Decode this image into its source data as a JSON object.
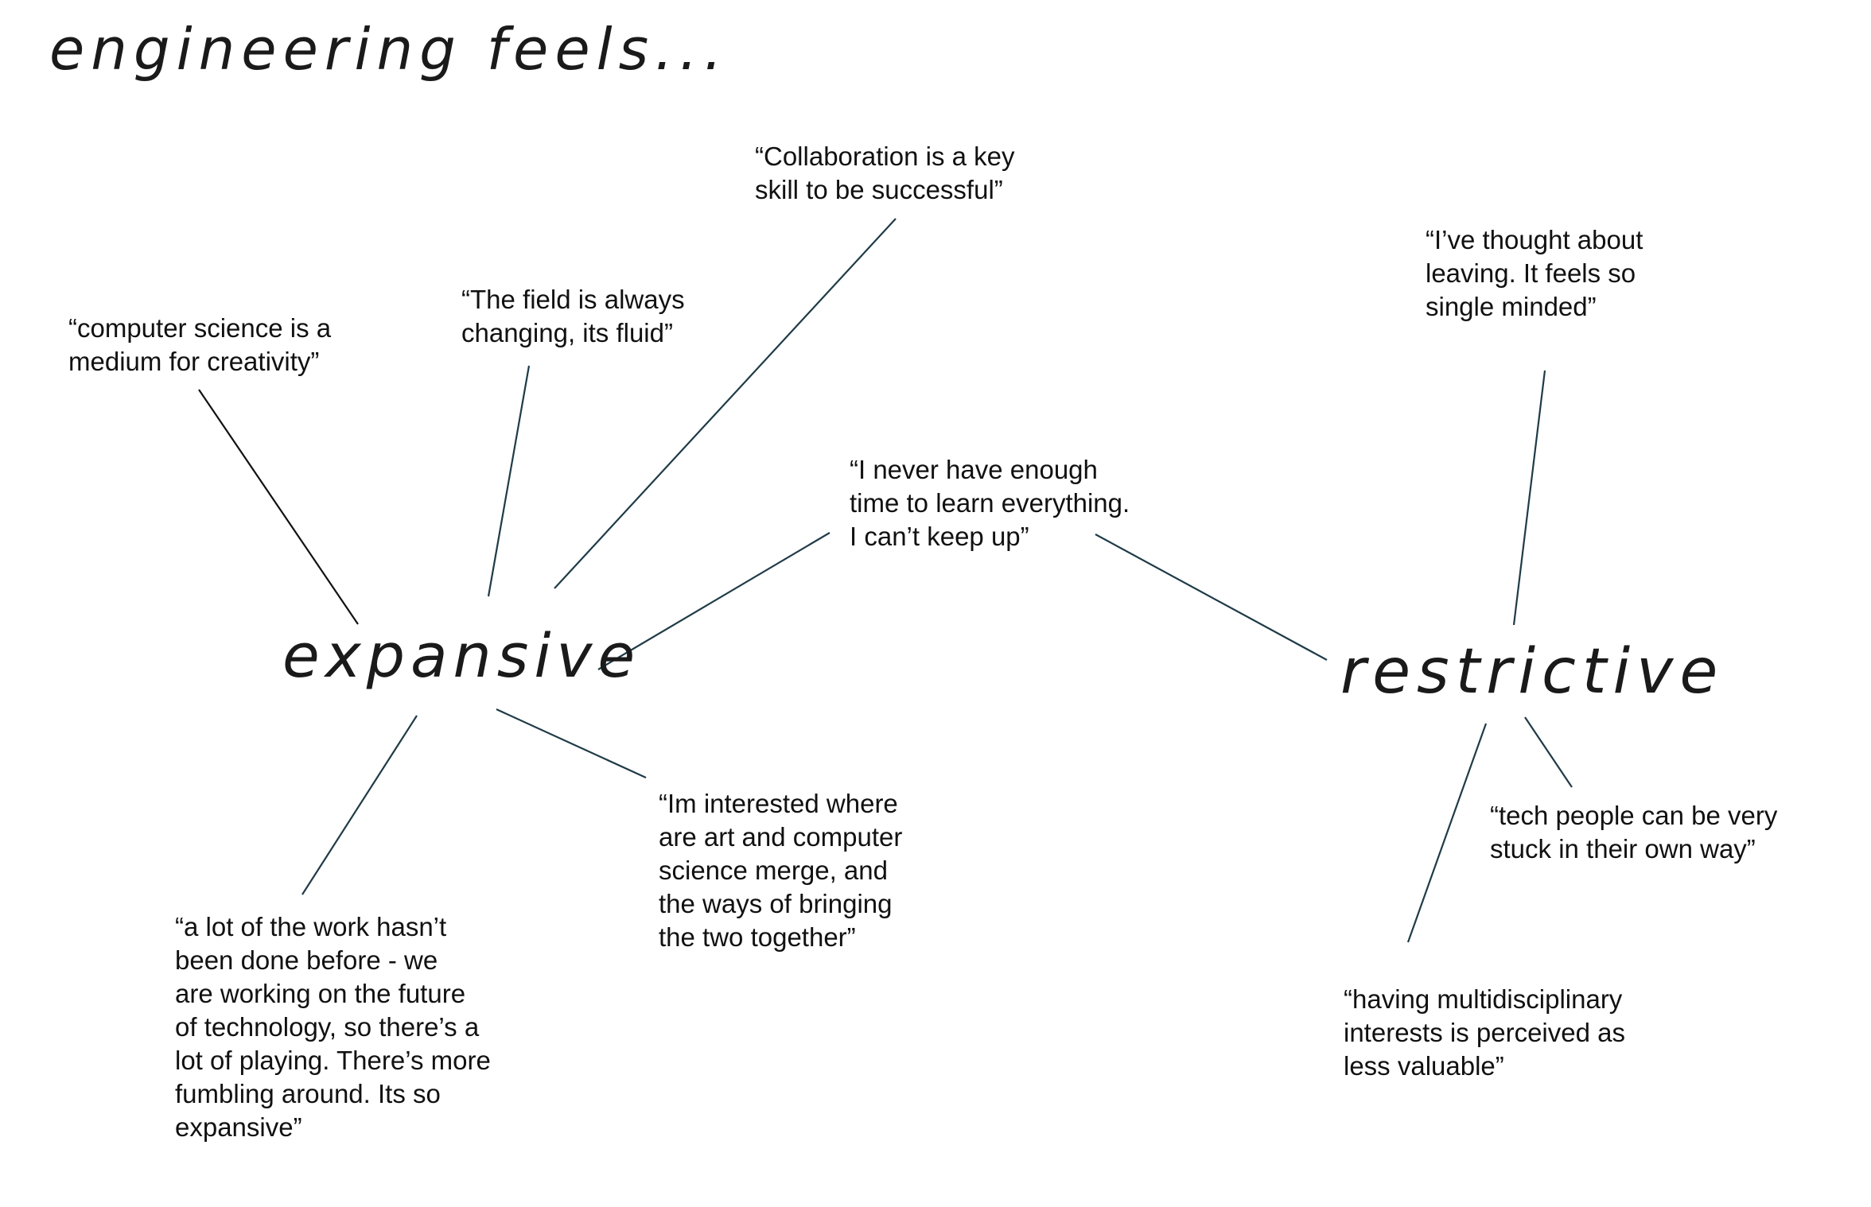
{
  "title": "engineering feels...",
  "nodes": {
    "expansive": "expansive",
    "restrictive": "restrictive"
  },
  "quotes": {
    "computer_science": "“computer science is a\nmedium for creativity”",
    "field_changing": "“The field is always\nchanging, its fluid”",
    "collaboration": "“Collaboration is a key\nskill to be successful”",
    "never_enough_time": "“I never have enough\ntime to learn everything.\nI can’t keep up”",
    "thought_about_leaving": "“I’ve thought about\nleaving. It feels so\nsingle minded”",
    "work_not_done_before": "“a lot of the work hasn’t\nbeen done before -  we\nare working on the future\nof technology, so there’s a\nlot of playing. There’s more\nfumbling around. Its so\nexpansive”",
    "art_and_cs": "“Im interested where\nare art and computer\nscience merge, and\nthe ways of bringing\nthe two together”",
    "tech_people_stuck": "“tech people can be very\nstuck in their own way”",
    "multidisciplinary": "“having multidisciplinary\ninterests is perceived as\nless valuable”"
  },
  "colors": {
    "line": "#1f3b47",
    "text": "#111111",
    "background": "#ffffff"
  }
}
